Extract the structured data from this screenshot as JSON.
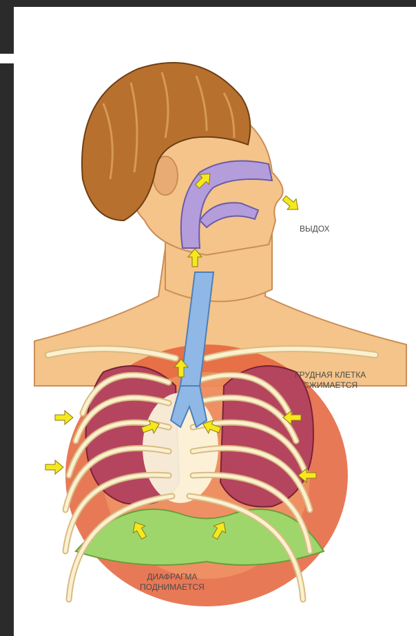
{
  "labels": {
    "exhale": "ВЫДОХ",
    "chest_line1": "ГРУДНАЯ КЛЕТКА",
    "chest_line2": "СЖИМАЕТСЯ",
    "diaphragm_line1": "ДИАФРАГМА",
    "diaphragm_line2": "ПОДНИМАЕТСЯ"
  },
  "colors": {
    "skin": "#f4c48a",
    "hair": "#b8702e",
    "airway": "#b39ddb",
    "trachea": "#8fb8e6",
    "lung": "#b5455e",
    "rib": "#f7e6b5",
    "diaphragm": "#9ed66b",
    "arrow": "#f5e81e",
    "frame": "#2b2b2b"
  },
  "icons": {
    "arrow": "yellow-arrow-icon"
  }
}
